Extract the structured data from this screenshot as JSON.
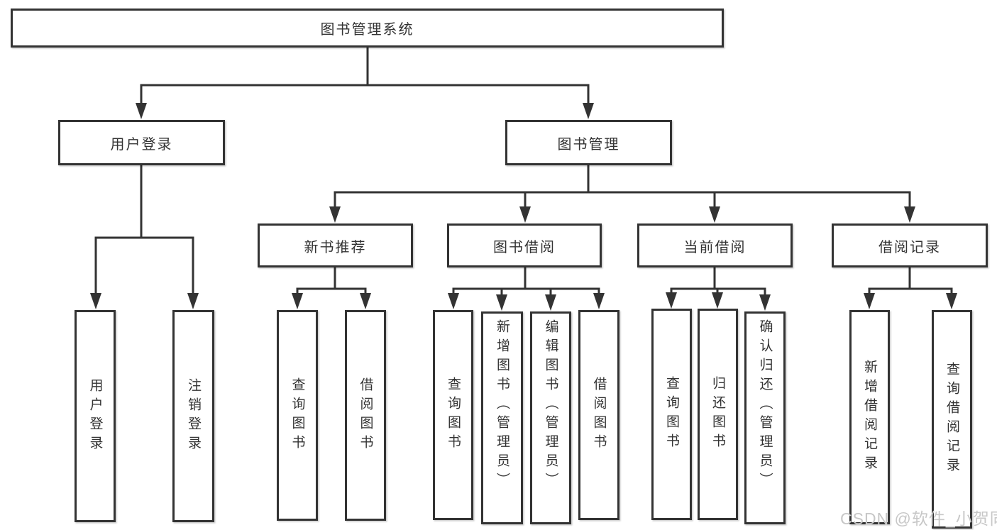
{
  "diagram": {
    "root": "图书管理系统",
    "level2": [
      "用户登录",
      "图书管理"
    ],
    "level3": [
      "新书推荐",
      "图书借阅",
      "当前借阅",
      "借阅记录"
    ],
    "leaves": {
      "user_login": [
        "用户登录",
        "注销登录"
      ],
      "new_book": [
        "查询图书",
        "借阅图书"
      ],
      "book_borrow": [
        "查询图书",
        "新增图书（管理员）",
        "编辑图书（管理员）",
        "借阅图书"
      ],
      "current_borrow": [
        "查询图书",
        "归还图书",
        "确认归还（管理员）"
      ],
      "borrow_records": [
        "新增借阅记录",
        "查询借阅记录"
      ]
    }
  },
  "watermark": "CSDN @软件_小贺同学",
  "colors": {
    "line": "#333333",
    "text": "#333333",
    "box_fill": "#ffffff",
    "watermark": "#c7c7c7",
    "background": "#ffffff"
  }
}
